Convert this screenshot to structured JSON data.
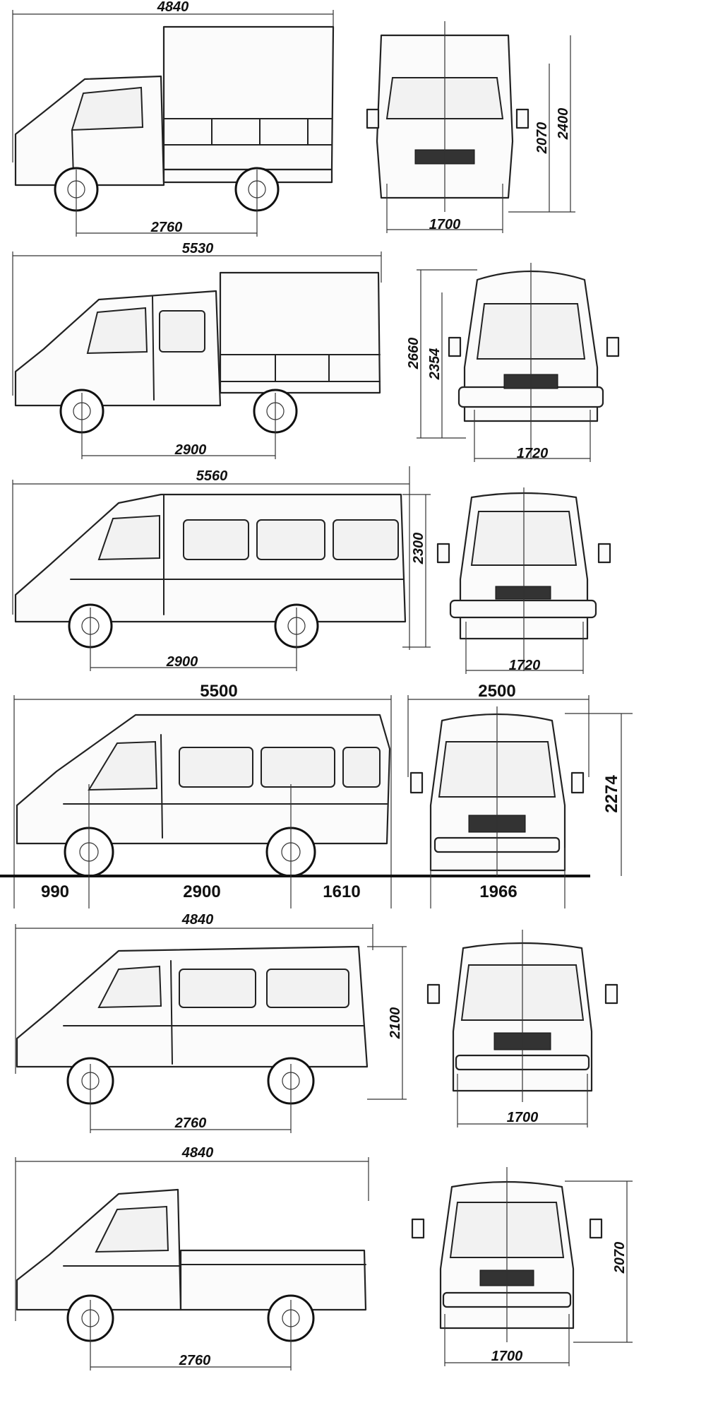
{
  "rows": [
    {
      "variant": "flatbed-truck-canvas",
      "side": {
        "length": "4840",
        "wheelbase": "2760"
      },
      "front": {
        "track": "1700",
        "height_a": "2070",
        "height_b": "2400"
      }
    },
    {
      "variant": "crew-cab-truck-canvas",
      "side": {
        "length": "5530",
        "wheelbase": "2900"
      },
      "front": {
        "track": "1720",
        "height_a": "2354",
        "height_b": "2660"
      }
    },
    {
      "variant": "minibus-long",
      "side": {
        "length": "5560",
        "wheelbase": "2900",
        "height": "2300"
      },
      "front": {
        "track": "1720"
      }
    },
    {
      "variant": "minibus-high-roof",
      "side": {
        "length": "5500",
        "front_overhang": "990",
        "wheelbase": "2900",
        "rear_overhang": "1610"
      },
      "front": {
        "width": "2500",
        "track": "1966",
        "height": "2274"
      }
    },
    {
      "variant": "van-short",
      "side": {
        "length": "4840",
        "wheelbase": "2760",
        "height": "2100"
      },
      "front": {
        "track": "1700"
      }
    },
    {
      "variant": "pickup-truck",
      "side": {
        "length": "4840",
        "wheelbase": "2760"
      },
      "front": {
        "track": "1700",
        "height": "2070"
      }
    }
  ]
}
